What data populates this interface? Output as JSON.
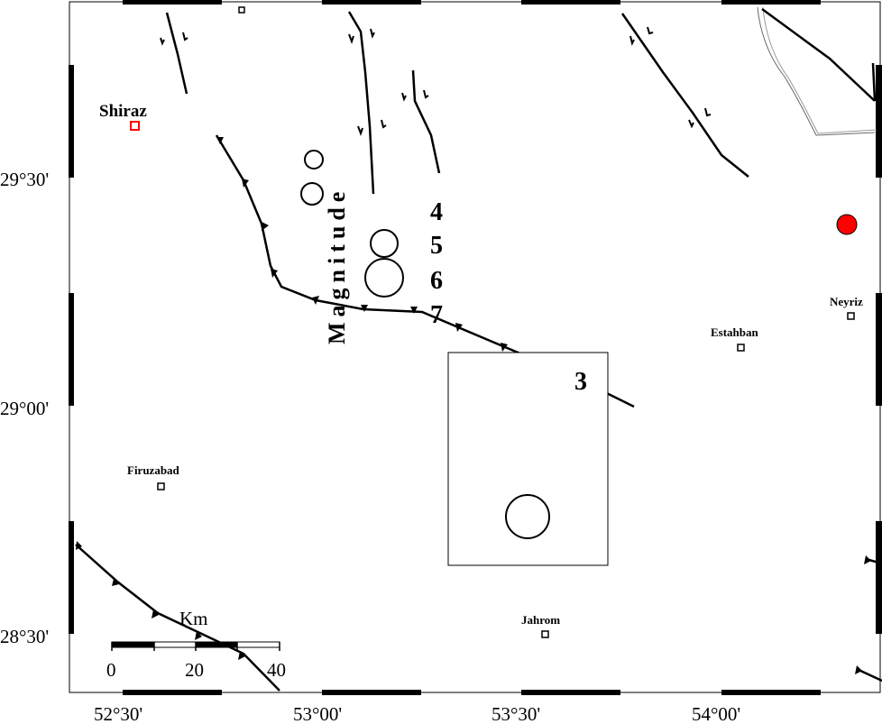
{
  "map": {
    "axes": {
      "latitudes": [
        {
          "label": "29°30'",
          "value": 29.5
        },
        {
          "label": "29°00'",
          "value": 29.0
        },
        {
          "label": "28°30'",
          "value": 28.5
        }
      ],
      "longitudes": [
        {
          "label": "52°30'",
          "value": 52.5
        },
        {
          "label": "53°00'",
          "value": 53.0
        },
        {
          "label": "53°30'",
          "value": 53.5
        },
        {
          "label": "54°00'",
          "value": 54.0
        }
      ]
    },
    "cities": [
      {
        "name": "Shiraz",
        "highlight": true,
        "color": "#ff0000"
      },
      {
        "name": "Neyriz",
        "highlight": false
      },
      {
        "name": "Estahban",
        "highlight": false
      },
      {
        "name": "Firuzabad",
        "highlight": false
      },
      {
        "name": "Jahrom",
        "highlight": false
      }
    ],
    "legend": {
      "title": "Magnitude",
      "magnitudes": [
        "4",
        "5",
        "6",
        "7"
      ]
    },
    "inset_box_label": "3",
    "scale_bar": {
      "unit": "Km",
      "ticks": [
        "0",
        "20",
        "40"
      ]
    },
    "epicenter": {
      "color": "#ff0000"
    }
  }
}
